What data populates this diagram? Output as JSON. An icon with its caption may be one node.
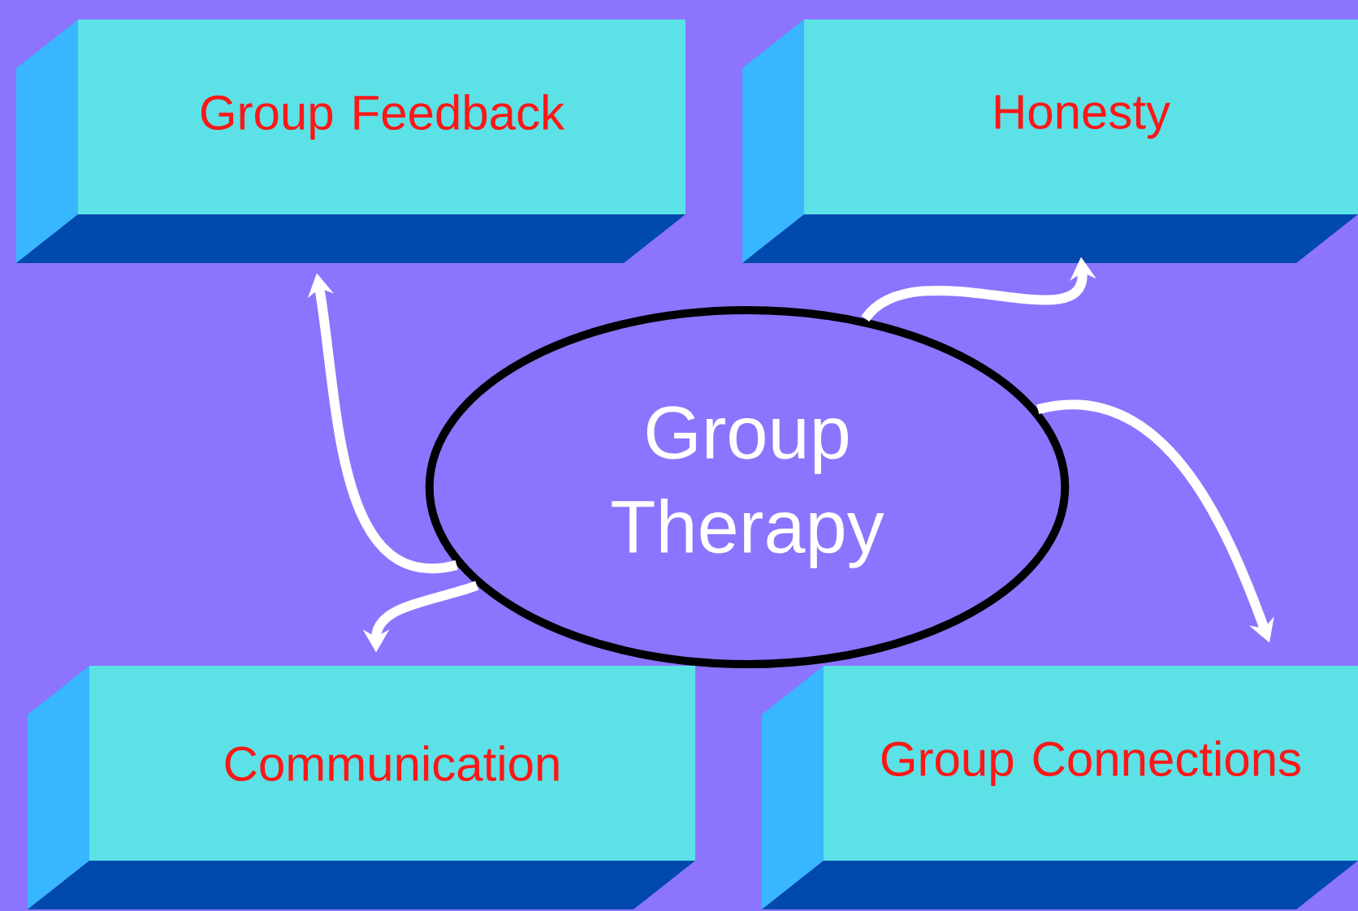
{
  "diagram": {
    "nodes": [
      {
        "text": [
          "Group Feedback"
        ]
      },
      {
        "text": [
          "Honesty"
        ]
      },
      {
        "text": [
          "Group Therapy"
        ]
      },
      {
        "text": [
          "Communication"
        ]
      },
      {
        "text": [
          "Group Connections"
        ]
      }
    ],
    "edges": [
      {
        "from": 2,
        "to": 0,
        "arrow": "to"
      },
      {
        "from": 2,
        "to": 1,
        "arrow": "to"
      },
      {
        "from": 2,
        "to": 3,
        "arrow": "to"
      },
      {
        "from": 2,
        "to": 4,
        "arrow": "to"
      }
    ]
  }
}
